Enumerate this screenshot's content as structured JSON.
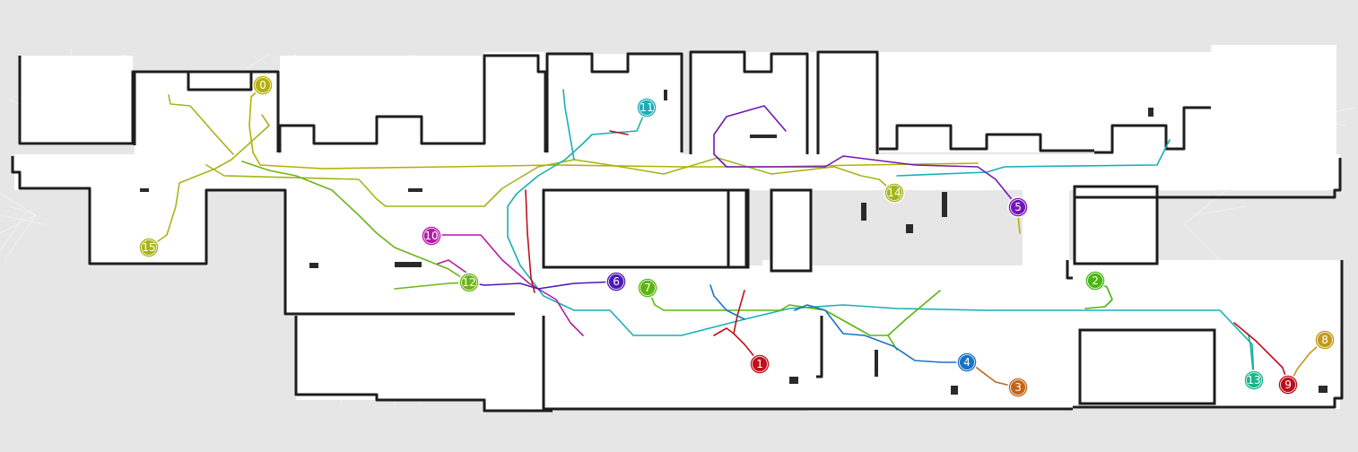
{
  "colors": {
    "background": "#e6e6e6",
    "free_space": "#ffffff",
    "wall": "#222222",
    "scan_ray": "#f2f2f2"
  },
  "markers": [
    {
      "id": "0",
      "label": "0",
      "color": "#b5b000"
    },
    {
      "id": "1",
      "label": "1",
      "color": "#c0101c"
    },
    {
      "id": "2",
      "label": "2",
      "color": "#49b512"
    },
    {
      "id": "3",
      "label": "3",
      "color": "#c2651a"
    },
    {
      "id": "4",
      "label": "4",
      "color": "#1a73c2"
    },
    {
      "id": "5",
      "label": "5",
      "color": "#7416b8"
    },
    {
      "id": "6",
      "label": "6",
      "color": "#4e1ab5"
    },
    {
      "id": "7",
      "label": "7",
      "color": "#5bb512"
    },
    {
      "id": "8",
      "label": "8",
      "color": "#c29a1c"
    },
    {
      "id": "9",
      "label": "9",
      "color": "#b8101a"
    },
    {
      "id": "10",
      "label": "10",
      "color": "#b51aa6"
    },
    {
      "id": "11",
      "label": "11",
      "color": "#1aafb5"
    },
    {
      "id": "12",
      "label": "12",
      "color": "#6cb51a"
    },
    {
      "id": "13",
      "label": "13",
      "color": "#1ab58f"
    },
    {
      "id": "14",
      "label": "14",
      "color": "#a3b51a"
    },
    {
      "id": "15",
      "label": "15",
      "color": "#a8b51a"
    }
  ],
  "paths": [
    {
      "name": "path-0",
      "color": "#b5b000"
    },
    {
      "name": "path-15",
      "color": "#a8b51a"
    },
    {
      "name": "path-14",
      "color": "#a3b51a"
    },
    {
      "name": "path-12",
      "color": "#6cb51a"
    },
    {
      "name": "path-11",
      "color": "#1aafb5"
    },
    {
      "name": "path-10",
      "color": "#b51aa6"
    },
    {
      "name": "path-7",
      "color": "#5bb512"
    },
    {
      "name": "path-5",
      "color": "#7416b8"
    },
    {
      "name": "path-6",
      "color": "#4e1ab5"
    },
    {
      "name": "path-1",
      "color": "#c0101c"
    },
    {
      "name": "path-4",
      "color": "#1a73c2"
    },
    {
      "name": "path-3",
      "color": "#c2651a"
    },
    {
      "name": "path-13",
      "color": "#1ab58f"
    },
    {
      "name": "path-9",
      "color": "#b8101a"
    },
    {
      "name": "path-8",
      "color": "#c29a1c"
    },
    {
      "name": "path-2",
      "color": "#49b512"
    }
  ]
}
